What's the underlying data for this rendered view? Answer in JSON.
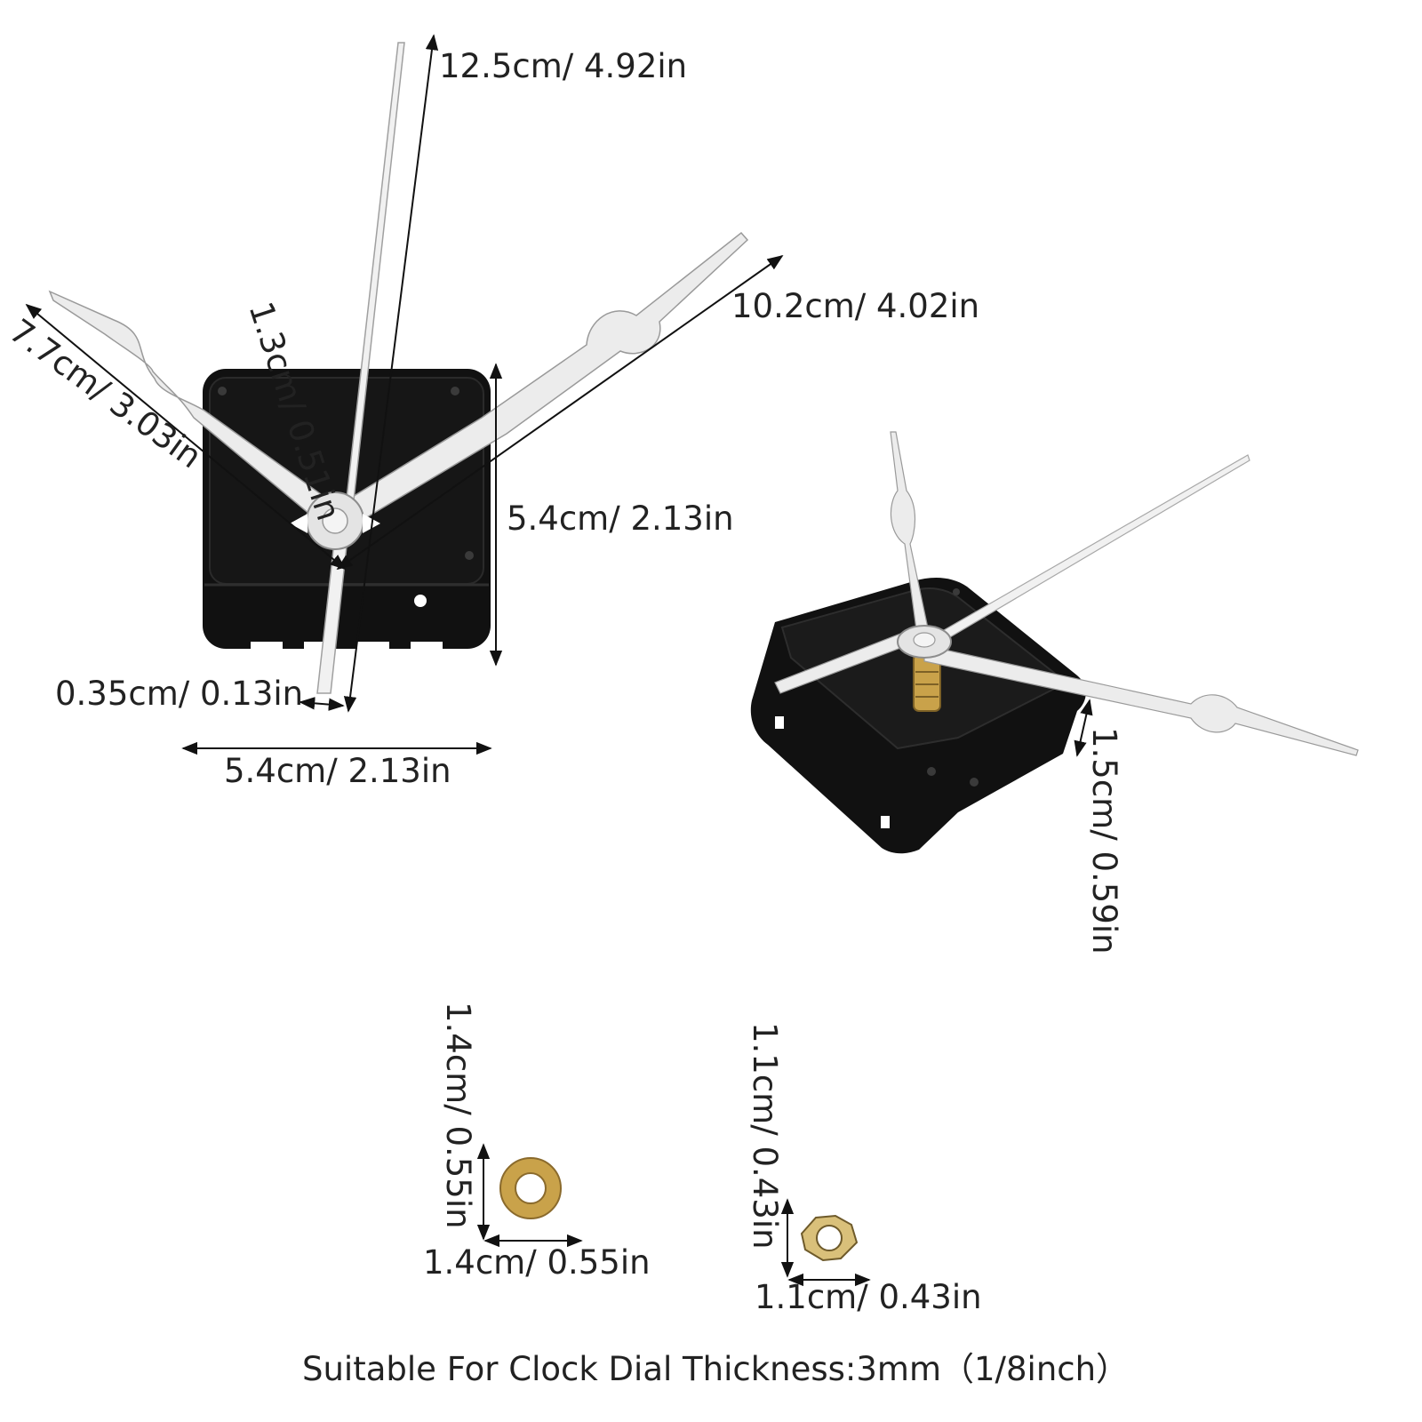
{
  "colors": {
    "movement_body": "#111111",
    "hands": "#e9e9e9",
    "hand_outline": "#9a9a9a",
    "brass": "#c9a24a",
    "dimension_line": "#111111",
    "text": "#222222"
  },
  "labels": {
    "second_hand_length": "12.5cm/ 4.92in",
    "minute_hand_length": "10.2cm/ 4.02in",
    "hour_hand_length": "7.7cm/ 3.03in",
    "hub_size": "1.3cm/ 0.51in",
    "movement_height": "5.4cm/ 2.13in",
    "movement_width": "5.4cm/ 2.13in",
    "hand_width": "0.35cm/ 0.13in",
    "shaft_length": "1.5cm/ 0.59in",
    "washer_height": "1.4cm/ 0.55in",
    "washer_width": "1.4cm/ 0.55in",
    "nut_height": "1.1cm/ 0.43in",
    "nut_width": "1.1cm/ 0.43in"
  },
  "footer": {
    "note": "Suitable For Clock Dial Thickness:3mm（1/8inch）"
  }
}
